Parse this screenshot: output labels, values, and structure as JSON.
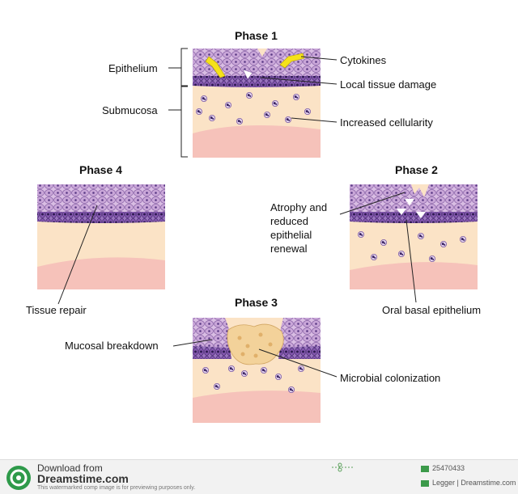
{
  "phases": {
    "phase1": "Phase 1",
    "phase2": "Phase 2",
    "phase3": "Phase 3",
    "phase4": "Phase 4"
  },
  "labels": {
    "epithelium": "Epithelium",
    "submucosa": "Submucosa",
    "cytokines": "Cytokines",
    "local_tissue_damage": "Local tissue damage",
    "increased_cellularity": "Increased cellularity",
    "atrophy_line1": "Atrophy and",
    "atrophy_line2": "reduced",
    "atrophy_line3": "epithelial",
    "atrophy_line4": "renewal",
    "oral_basal_epithelium": "Oral basal epithelium",
    "tissue_repair": "Tissue repair",
    "mucosal_breakdown": "Mucosal breakdown",
    "microbial_colonization": "Microbial colonization"
  },
  "footer": {
    "download_from": "Download from",
    "site": "Dreamstime.com",
    "notice": "This watermarked comp image is for previewing purposes only.",
    "image_id": "25470433",
    "credit": "Legger | Dreamstime.com"
  },
  "colors": {
    "epithelium_cell": "#c9a6d8",
    "basal_cell": "#7b4fa6",
    "nucleus": "#3b2363",
    "submucosa": "#fbe3c6",
    "deep_tissue": "#f6c2ba",
    "cytokine": "#f5e21a",
    "microbe": "#f0c78a"
  }
}
